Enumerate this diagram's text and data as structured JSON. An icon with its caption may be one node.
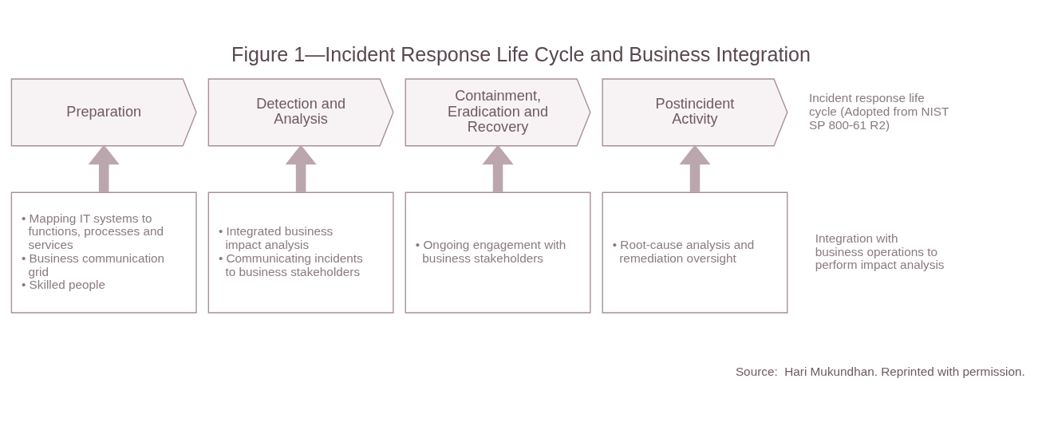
{
  "diagram": {
    "title": "Figure 1—Incident Response Life Cycle and Business Integration",
    "caption": "Source:  Hari Mukundhan. Reprinted with permission.",
    "nodes": [
      {
        "text": [
          "Preparation"
        ]
      },
      {
        "text": [
          "Detection and Analysis"
        ]
      },
      {
        "text": [
          "Containment, Eradication and Recovery"
        ]
      },
      {
        "text": [
          "Postincident Activity"
        ]
      },
      {
        "text": [
          "• Mapping IT systems to functions, processes and services",
          "• Business communication grid",
          "• Skilled people"
        ]
      },
      {
        "text": [
          "• Integrated business impact analysis",
          "• Communicating incidents to business stakeholders"
        ]
      },
      {
        "text": [
          "• Ongoing engagement with business stakeholders"
        ]
      },
      {
        "text": [
          "• Root-cause analysis and remediation oversight"
        ]
      }
    ],
    "edges": [
      {
        "from": 4,
        "to": 0,
        "arrow": "to"
      },
      {
        "from": 5,
        "to": 1,
        "arrow": "to"
      },
      {
        "from": 6,
        "to": 2,
        "arrow": "to"
      },
      {
        "from": 7,
        "to": 3,
        "arrow": "to"
      }
    ],
    "labels": [
      "Incident response life cycle (Adopted from NIST SP 800-61 R2)",
      "Integration with business operations to perform impact analysis"
    ]
  }
}
